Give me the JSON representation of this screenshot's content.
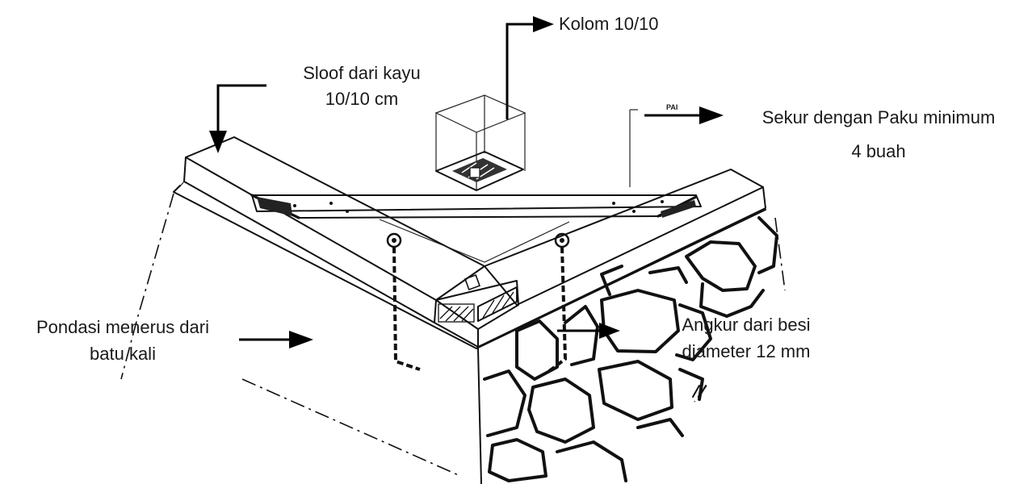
{
  "labels": {
    "kolom": "Kolom 10/10",
    "sloof_line1": "Sloof dari kayu",
    "sloof_line2": "10/10 cm",
    "sekur_line1": "Sekur  dengan Paku minimum",
    "sekur_line2": "4  buah",
    "pondasi_line1": "Pondasi menerus dari",
    "pondasi_line2": "batu kali",
    "angkur_line1": "Angkur dari besi",
    "angkur_line2": "diameter 12 mm",
    "pai_mark": "PAI"
  },
  "colors": {
    "ink": "#111111",
    "background": "#ffffff"
  }
}
